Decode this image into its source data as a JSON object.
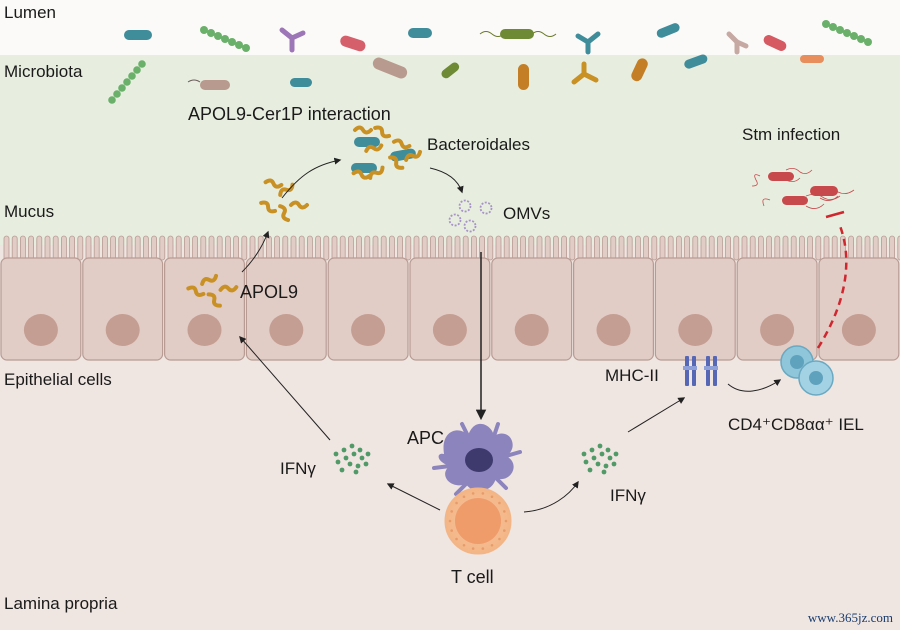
{
  "zones": {
    "lumen": "Lumen",
    "microbiota": "Microbiota",
    "mucus": "Mucus",
    "epithelial": "Epithelial cells",
    "lamina": "Lamina propria"
  },
  "labels": {
    "apol9_cer1p": "APOL9-Cer1P interaction",
    "bacteroidales": "Bacteroidales",
    "omvs": "OMVs",
    "apol9": "APOL9",
    "stm": "Stm infection",
    "mhc": "MHC-II",
    "iel": "CD4⁺CD8αα⁺ IEL",
    "apc": "APC",
    "tcell": "T cell",
    "ifng_left": "IFNγ",
    "ifng_right": "IFNγ"
  },
  "watermark": "www.365jz.com",
  "colors": {
    "lumen_bg": "#fbfaf8",
    "mucus_bg": "#e7eedf",
    "cell_fill": "#e2ccc6",
    "nucleus": "#c49e92",
    "apc": "#8c84bd",
    "tcell": "#f3b585",
    "apol9": "#c99024",
    "teal_bact": "#3f8c9b",
    "ifng_dot": "#4f9a66",
    "stm": "#c8494c",
    "iel": "#8fc6d9",
    "mhc": "#5668b5"
  },
  "icons": [
    "bacterium-rod",
    "bacterium-chain",
    "y-antibody",
    "omv-vesicle",
    "apol9-protein",
    "ifng-dot",
    "mhc-receptor"
  ]
}
